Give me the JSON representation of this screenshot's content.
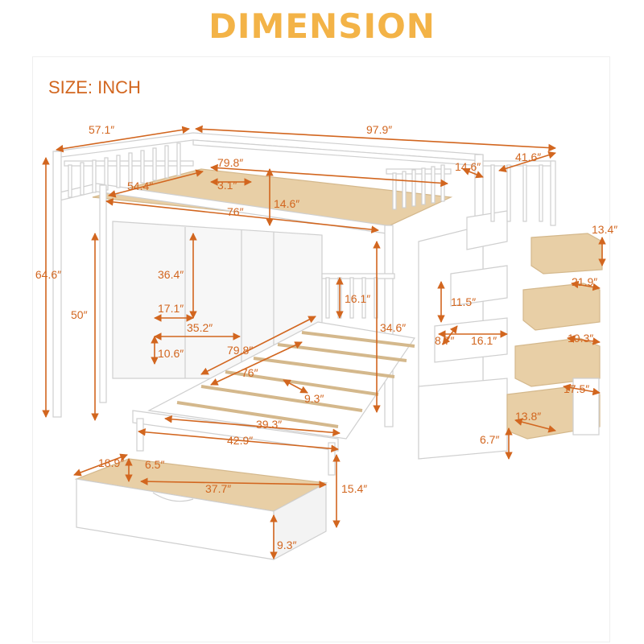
{
  "header": {
    "title": "DIMENSION",
    "unit_label": "SIZE: INCH"
  },
  "colors": {
    "title": "#f3b347",
    "dimension": "#d2661f",
    "wood": "#e8cfa6",
    "frame": "#ffffff",
    "outline": "#cfcfcf"
  },
  "dimensions": {
    "depth_top": "57.1″",
    "length_top": "97.9″",
    "total_height": "64.6″",
    "loft_length": "79.8″",
    "loft_width": "54.4″",
    "rail_gap": "3.1″",
    "rail_height": "14.6″",
    "inner_length": "76″",
    "stair_rail": "14.6″",
    "stair_depth": "41.6″",
    "drawer_top_depth": "13.4″",
    "under_clearance": "36.4″",
    "side_height": "50″",
    "guard_height": "16.1″",
    "lower_height": "34.6″",
    "lower_clearance": "17.1″",
    "lower_span": "35.2″",
    "lower_rail": "10.6″",
    "lower_length": "79.8″",
    "slat_length": "76″",
    "slat_gap": "9.3″",
    "inner_width": "39.3″",
    "outer_width": "42.9″",
    "step_height": "11.5″",
    "step_depth": "16.1″",
    "step_width": "8.7″",
    "drawer_2": "21.9″",
    "drawer_3": "10.3″",
    "drawer_4": "17.5″",
    "drawer_w": "13.8″",
    "drawer_h": "6.7″",
    "trundle_depth": "18.9″",
    "trundle_gap": "6.5″",
    "trundle_length": "37.7″",
    "trundle_height": "9.3″",
    "bed_height": "15.4″"
  }
}
